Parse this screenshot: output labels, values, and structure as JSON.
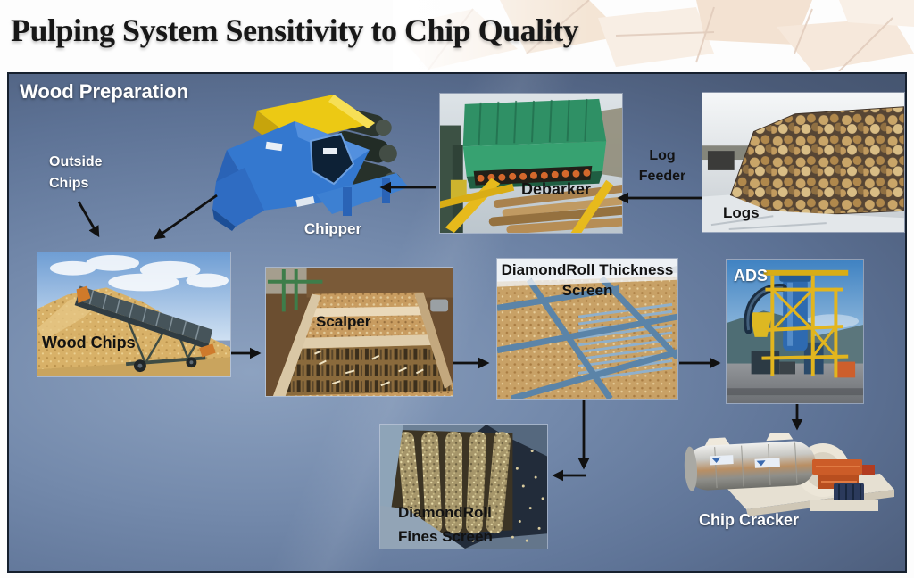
{
  "slide": {
    "title": "Pulping System Sensitivity to Chip Quality"
  },
  "panel": {
    "heading": "Wood Preparation"
  },
  "nodes": {
    "outside_chips": "Outside Chips",
    "chipper": "Chipper",
    "debarker": "Debarker",
    "log_feeder": "Log Feeder",
    "logs": "Logs",
    "wood_chips": "Wood Chips",
    "scalper": "Scalper",
    "thickness_screen": "DiamondRoll Thickness Screen",
    "ads": "ADS",
    "chip_cracker": "Chip Cracker",
    "fines_screen": "DiamondRoll Fines Screen"
  },
  "edges": [
    {
      "from": "Outside Chips",
      "to": "Wood Chips"
    },
    {
      "from": "Chipper",
      "to": "Wood Chips"
    },
    {
      "from": "Logs",
      "to": "Debarker",
      "via": "Log Feeder"
    },
    {
      "from": "Debarker",
      "to": "Chipper"
    },
    {
      "from": "Wood Chips",
      "to": "Scalper"
    },
    {
      "from": "Scalper",
      "to": "DiamondRoll Thickness Screen"
    },
    {
      "from": "DiamondRoll Thickness Screen",
      "to": "ADS"
    },
    {
      "from": "DiamondRoll Thickness Screen",
      "to": "DiamondRoll Fines Screen"
    },
    {
      "from": "ADS",
      "to": "Chip Cracker"
    }
  ],
  "colors": {
    "panel_dark": "#3f4e66",
    "panel_light": "#8da2c0",
    "arrow": "#111111",
    "label_light": "#ffffff",
    "label_dark": "#121212",
    "title": "#171717"
  }
}
